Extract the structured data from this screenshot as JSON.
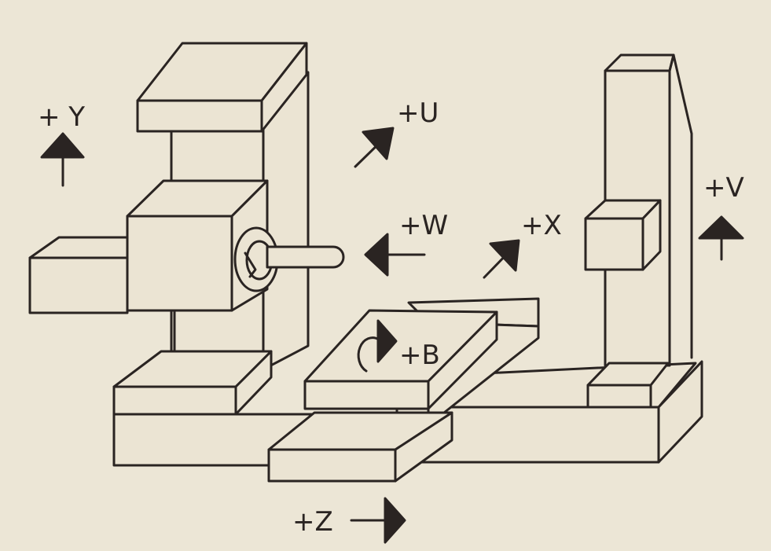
{
  "axis_labels": {
    "y": "+ Y",
    "u": "+U",
    "w": "+W",
    "x": "+X",
    "v": "+V",
    "b": "+B",
    "z": "+Z"
  },
  "colors": {
    "paper": "#ece6d6",
    "ink": "#2a2422"
  },
  "icons": {
    "direction_arrow": "solid-triangle-arrow-icon",
    "rotation_arrow": "curved-rotation-arrow-icon"
  }
}
